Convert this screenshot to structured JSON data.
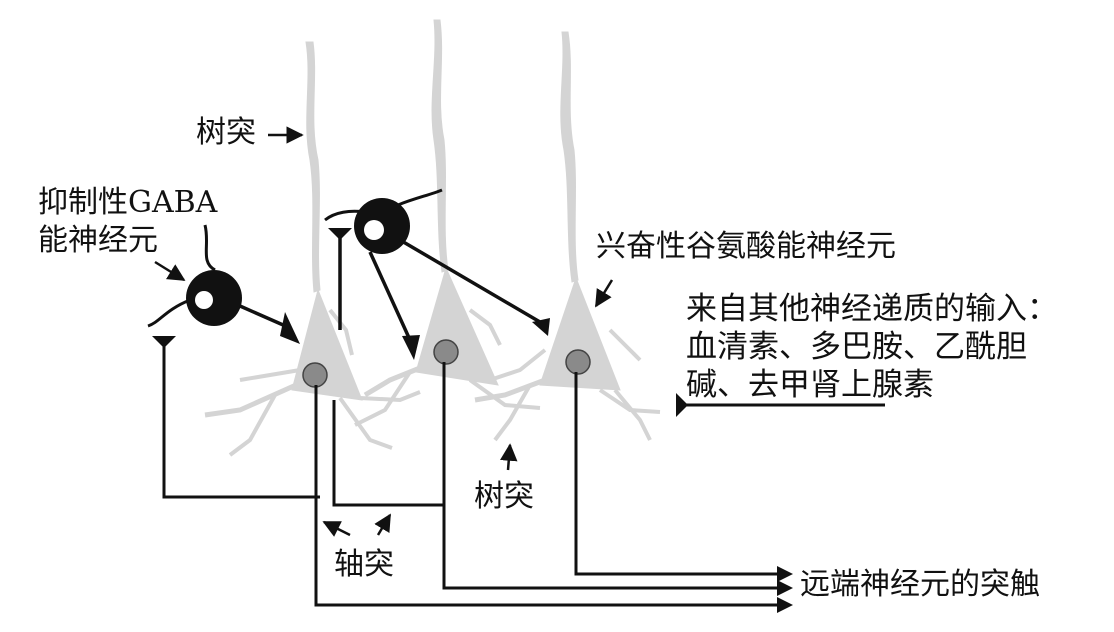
{
  "labels": {
    "dendrite_top": "树突",
    "inhibitory_line1": "抑制性GABA",
    "inhibitory_line2": "能神经元",
    "excitatory": "兴奋性谷氨酸能神经元",
    "other_input_line1": "来自其他神经递质的输入：",
    "other_input_line2": "血清素、多巴胺、乙酰胆",
    "other_input_line3": "碱、去甲肾上腺素",
    "dendrite_bottom": "树突",
    "axon": "轴突",
    "distal_synapse": "远端神经元的突触"
  },
  "colors": {
    "neuron_body": "#d4d4d4",
    "nucleus": "#8a8a8a",
    "axon_line": "#111111",
    "interneuron": "#111111",
    "background": "#ffffff"
  }
}
